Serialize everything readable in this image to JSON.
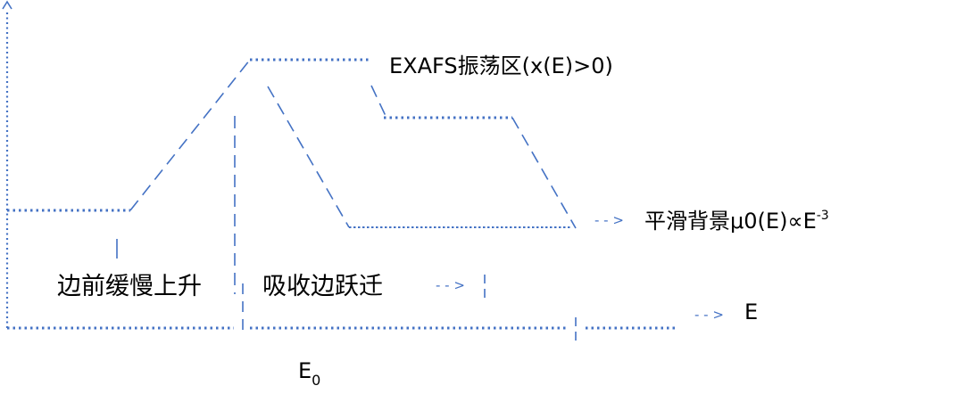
{
  "colors": {
    "line": "#4472c4",
    "text": "#000000"
  },
  "labels": {
    "exafs": "EXAFS振荡区(x(E)>0)",
    "background_main": "平滑背景μ0(E)∝E",
    "background_exp": "-3",
    "pre_edge": "边前缓慢上升",
    "edge_jump": "吸收边跃迁",
    "x_axis": "E",
    "e0_main": "E",
    "e0_sub": "0",
    "arrow_glyph": "- - >"
  }
}
